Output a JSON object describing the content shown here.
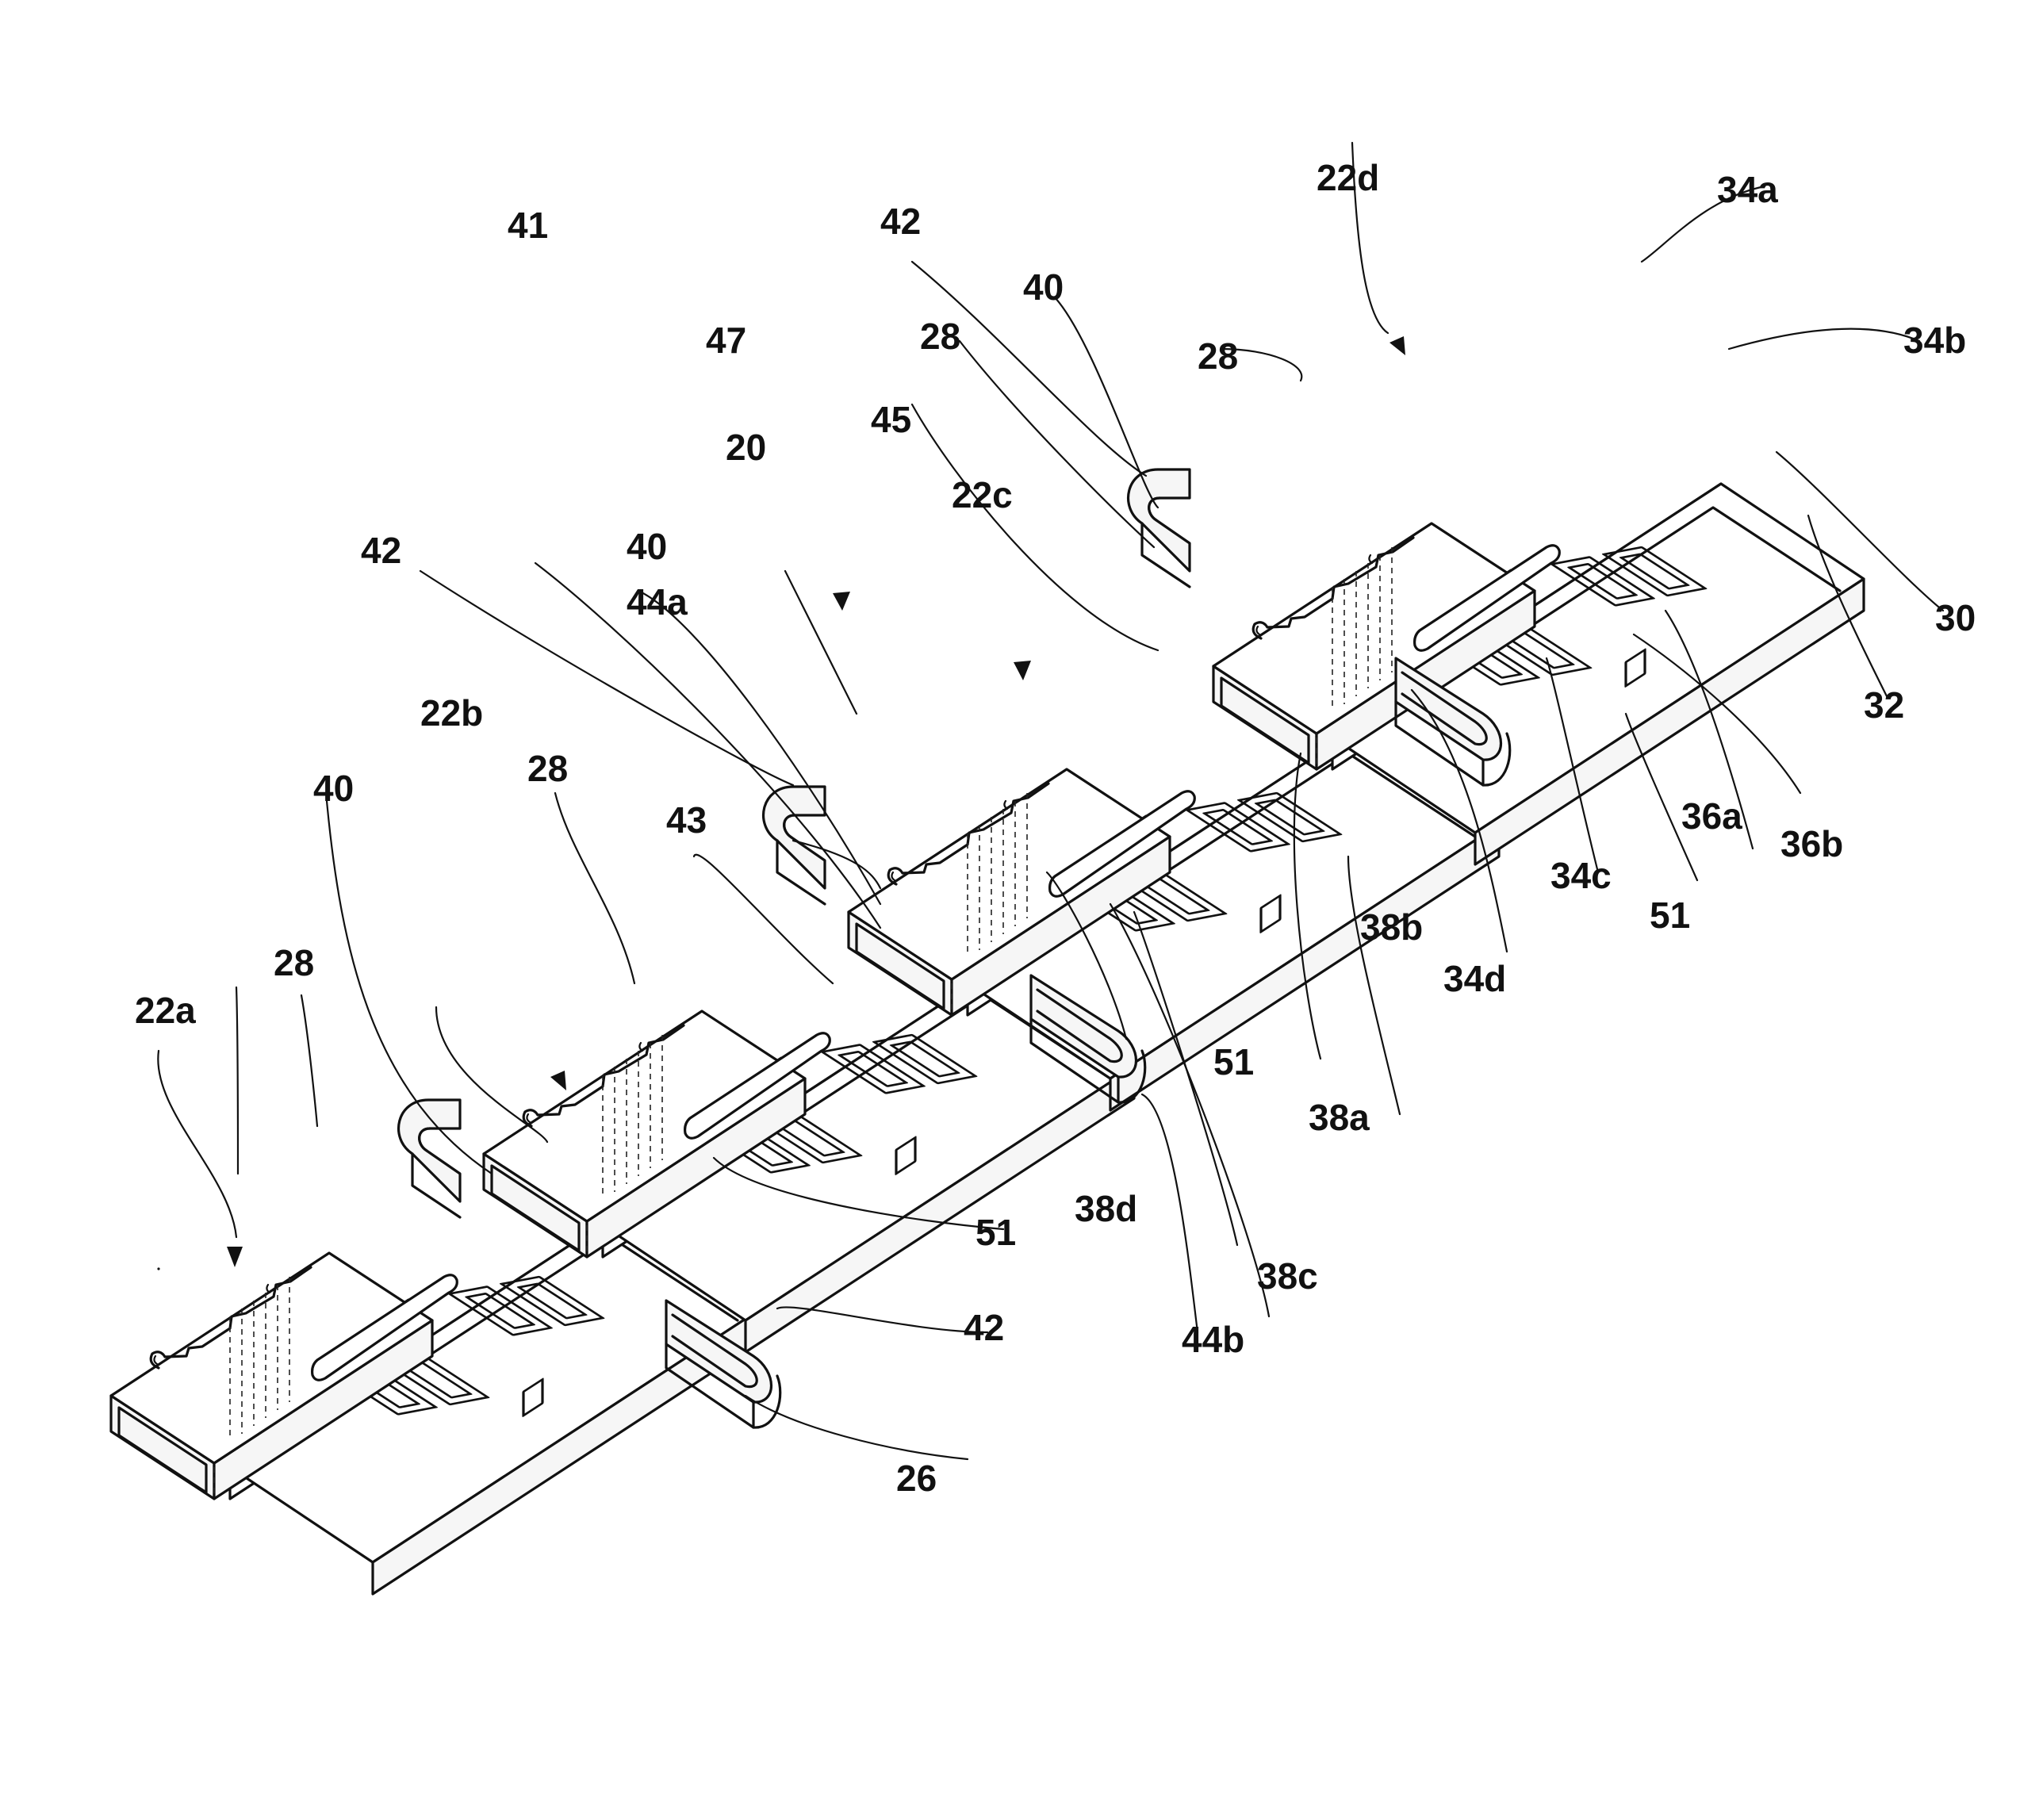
{
  "labels": {
    "l_20": "20",
    "l_22a": "22a",
    "l_22b": "22b",
    "l_22c": "22c",
    "l_22d": "22d",
    "l_26": "26",
    "l_28a": "28",
    "l_28b": "28",
    "l_28c": "28",
    "l_28d": "28",
    "l_30": "30",
    "l_32": "32",
    "l_34a": "34a",
    "l_34b": "34b",
    "l_34c": "34c",
    "l_34d": "34d",
    "l_36a": "36a",
    "l_36b": "36b",
    "l_38a": "38a",
    "l_38b": "38b",
    "l_38c": "38c",
    "l_38d": "38d",
    "l_40a": "40",
    "l_40b": "40",
    "l_40c": "40",
    "l_41": "41",
    "l_42a": "42",
    "l_42b": "42",
    "l_42c": "42",
    "l_43": "43",
    "l_44a": "44a",
    "l_44b": "44b",
    "l_45": "45",
    "l_47": "47",
    "l_51a": "51",
    "l_51b": "51",
    "l_51c": "51"
  }
}
